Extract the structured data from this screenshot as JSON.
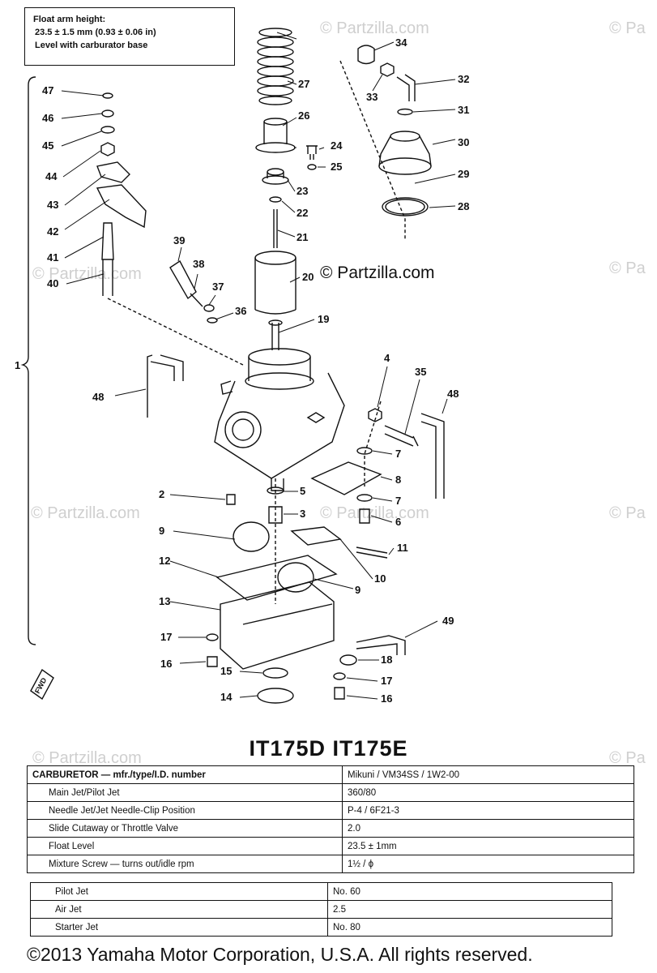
{
  "note": {
    "line1": "Float arm height:",
    "line2": "23.5 ± 1.5 mm (0.93 ± 0.06 in)",
    "line3": "Level with carburator base"
  },
  "watermark": {
    "text": "© Partzilla.com",
    "short": "© Pa"
  },
  "callouts": {
    "n1": "1",
    "n2": "2",
    "n3": "3",
    "n4": "4",
    "n5": "5",
    "n6": "6",
    "n7a": "7",
    "n7b": "7",
    "n8": "8",
    "n9a": "9",
    "n9b": "9",
    "n10": "10",
    "n11": "11",
    "n12": "12",
    "n13": "13",
    "n14": "14",
    "n15": "15",
    "n16a": "16",
    "n16b": "16",
    "n17a": "17",
    "n17b": "17",
    "n18": "18",
    "n19": "19",
    "n20": "20",
    "n21": "21",
    "n22": "22",
    "n23": "23",
    "n24": "24",
    "n25": "25",
    "n26": "26",
    "n27": "27",
    "n28": "28",
    "n29": "29",
    "n30": "30",
    "n31": "31",
    "n32": "32",
    "n33": "33",
    "n34": "34",
    "n35": "35",
    "n36": "36",
    "n37": "37",
    "n38": "38",
    "n39": "39",
    "n40": "40",
    "n41": "41",
    "n42": "42",
    "n43": "43",
    "n44": "44",
    "n45": "45",
    "n46": "46",
    "n47": "47",
    "n48a": "48",
    "n48b": "48",
    "n49": "49",
    "fwd": "FWD"
  },
  "model_title": "IT175D IT175E",
  "carb_table": {
    "header_label": "CARBURETOR — mfr./type/I.D. number",
    "header_value": "Mikuni / VM34SS / 1W2-00",
    "rows": [
      {
        "label": "Main Jet/Pilot Jet",
        "value": "360/80"
      },
      {
        "label": "Needle Jet/Jet Needle-Clip Position",
        "value": "P-4 / 6F21-3"
      },
      {
        "label": "Slide Cutaway or Throttle Valve",
        "value": "2.0"
      },
      {
        "label": "Float Level",
        "value": "23.5 ± 1mm"
      },
      {
        "label": "Mixture Screw — turns out/idle rpm",
        "value": "1½ / ϕ"
      }
    ]
  },
  "jet_table": {
    "rows": [
      {
        "label": "Pilot Jet",
        "value": "No. 60"
      },
      {
        "label": "Air Jet",
        "value": "2.5"
      },
      {
        "label": "Starter Jet",
        "value": "No. 80"
      }
    ]
  },
  "footer": "©2013 Yamaha Motor Corporation, U.S.A. All rights reserved."
}
